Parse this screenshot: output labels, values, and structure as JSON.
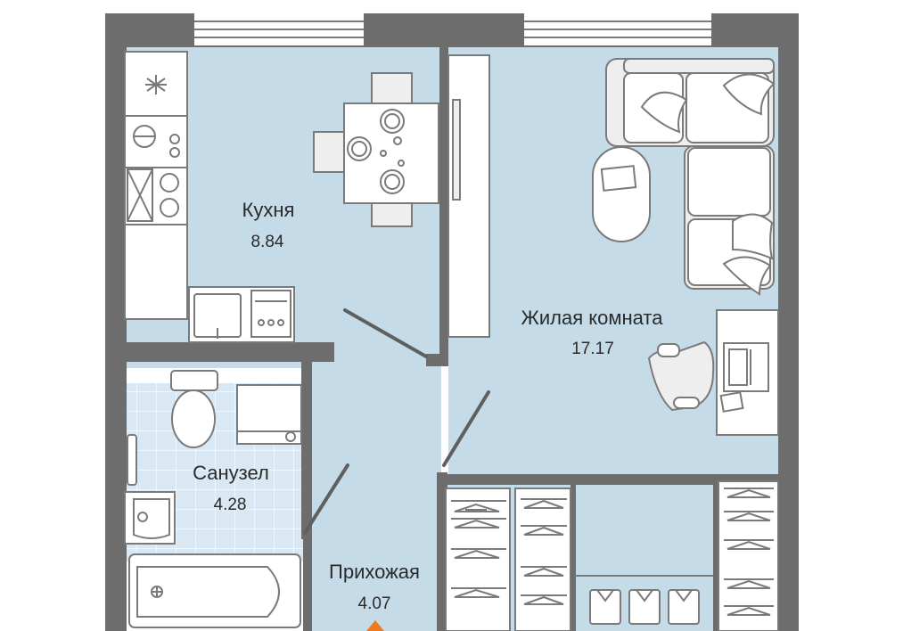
{
  "rooms": {
    "kitchen": {
      "name": "Кухня",
      "area": "8.84"
    },
    "living": {
      "name": "Жилая комната",
      "area": "17.17"
    },
    "bathroom": {
      "name": "Санузел",
      "area": "4.28"
    },
    "hallway": {
      "name": "Прихожая",
      "area": "4.07"
    }
  },
  "colors": {
    "wall": "#6d6d6d",
    "floor": "#c5dbe8",
    "tile": "#d9e8f2",
    "furniture": "#eeeeee",
    "entrance_marker": "#f07a1e"
  },
  "icons": [
    "stove-icon",
    "sink-icon",
    "toilet-icon",
    "bathtub-icon",
    "washing-machine-icon",
    "sofa-icon",
    "laptop-icon",
    "hanger-icon"
  ]
}
